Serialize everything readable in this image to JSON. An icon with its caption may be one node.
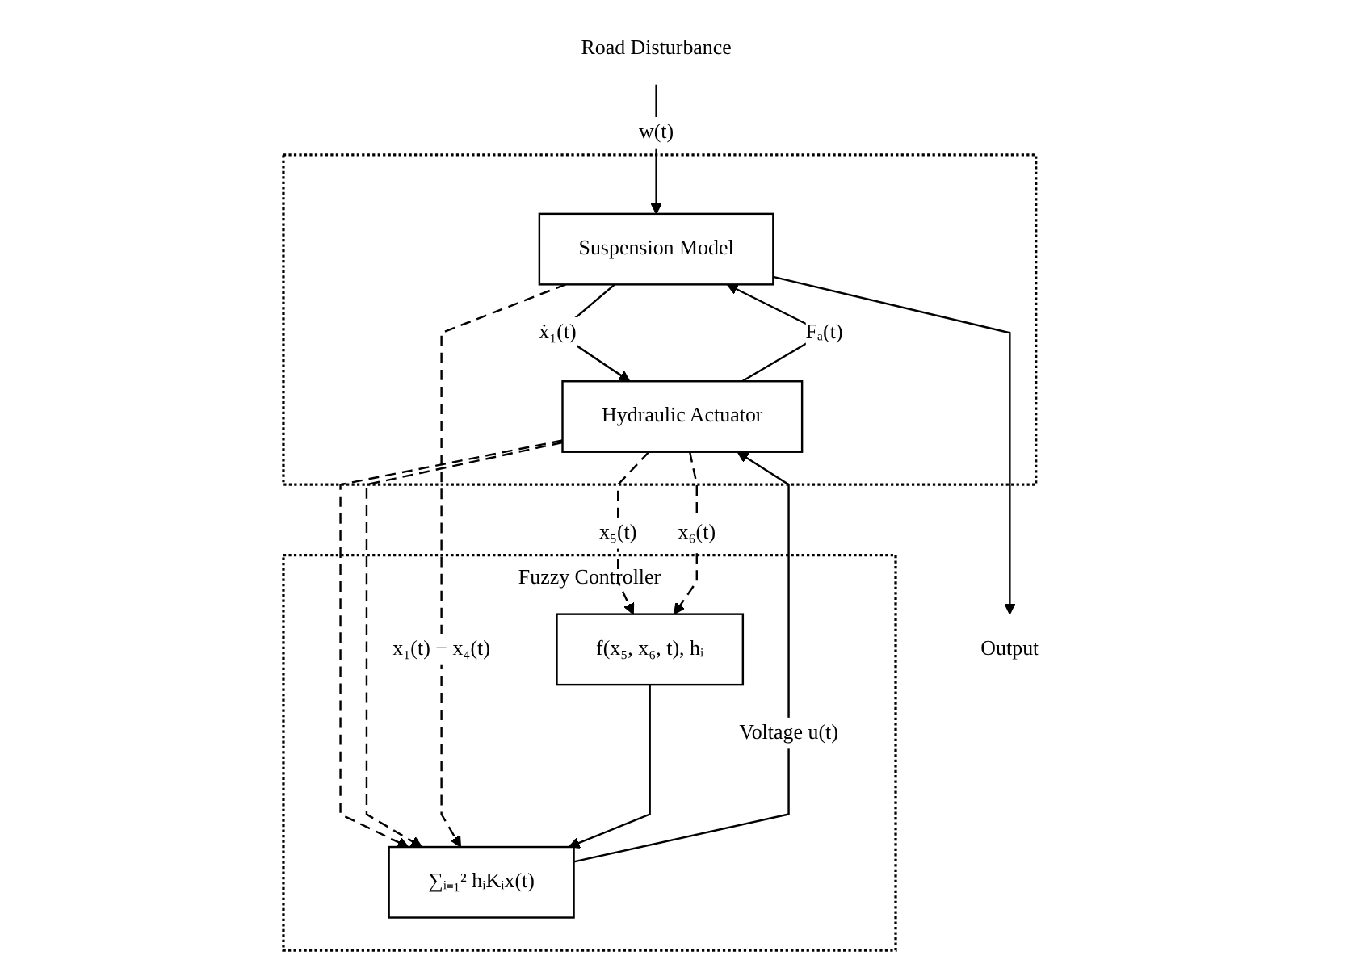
{
  "diagram": {
    "nodes": [
      {
        "text": [],
        "shape": "box"
      },
      {
        "text": [
          "Road Disturbance"
        ]
      },
      {
        "text": [
          "Suspension Model"
        ],
        "in": 0
      },
      {
        "text": [
          "Hydraulic Actuator"
        ],
        "in": 0
      },
      {
        "text": [
          "Output"
        ]
      },
      {
        "text": [
          "Fuzzy Controller"
        ]
      },
      {
        "text": [
          "f(x₅, x₆, t),  hᵢ"
        ],
        "in": 5
      },
      {
        "text": [
          "∑ᵢ₌₁² hᵢKᵢx(t)"
        ],
        "in": 5
      }
    ],
    "edges": [
      {
        "from": 1,
        "to": 2,
        "arrow": "to",
        "label": "w(t)"
      },
      {
        "from": 2,
        "to": 4,
        "arrow": "to"
      },
      {
        "from": 2,
        "to": 3,
        "arrow": "to",
        "label": "ẋ₁(t)"
      },
      {
        "from": 3,
        "to": 2,
        "arrow": "to",
        "label": "Fₐ(t)"
      },
      {
        "from": 3,
        "to": 6,
        "arrow": "to",
        "style": "dashed",
        "label": "x₅(t)"
      },
      {
        "from": 3,
        "to": 7,
        "arrow": "to",
        "style": "dashed"
      },
      {
        "from": 3,
        "to": 6,
        "arrow": "to",
        "style": "dashed",
        "label": "x₆(t)"
      },
      {
        "from": 3,
        "to": 7,
        "arrow": "to",
        "style": "dashed"
      },
      {
        "from": 2,
        "to": 7,
        "arrow": "to",
        "style": "dashed",
        "label": "x₁(t) − x₄(t)"
      },
      {
        "from": 6,
        "to": 7,
        "arrow": "to"
      },
      {
        "from": 7,
        "to": 3,
        "arrow": "to",
        "label": "Voltage u(t)"
      }
    ]
  }
}
